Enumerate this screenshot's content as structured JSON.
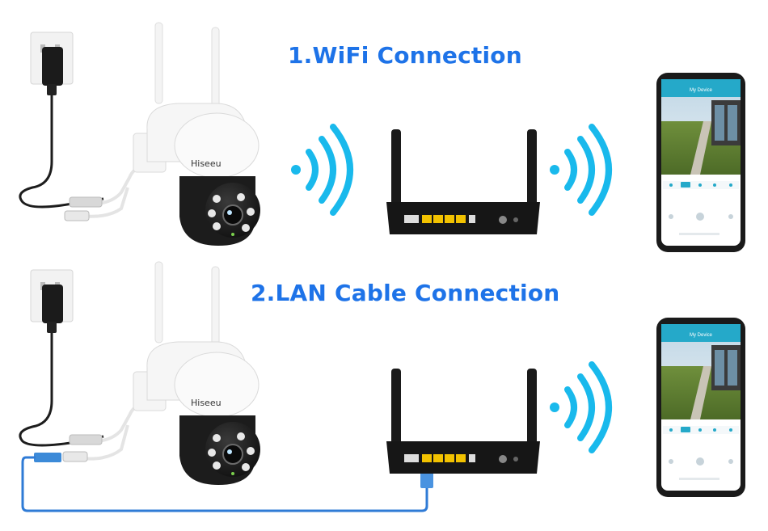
{
  "titles": {
    "wifi": "1.WiFi Connection",
    "lan": "2.LAN Cable Connection"
  },
  "camera": {
    "brand": "Hiseeu"
  },
  "phone": {
    "header_title": "My Device"
  },
  "colors": {
    "title_blue": "#1e73e8",
    "wave_cyan": "#19b9ec",
    "lan_cable_blue": "#2f7bd6",
    "router_black": "#1a1a1a",
    "router_port_yellow": "#f2c200"
  }
}
